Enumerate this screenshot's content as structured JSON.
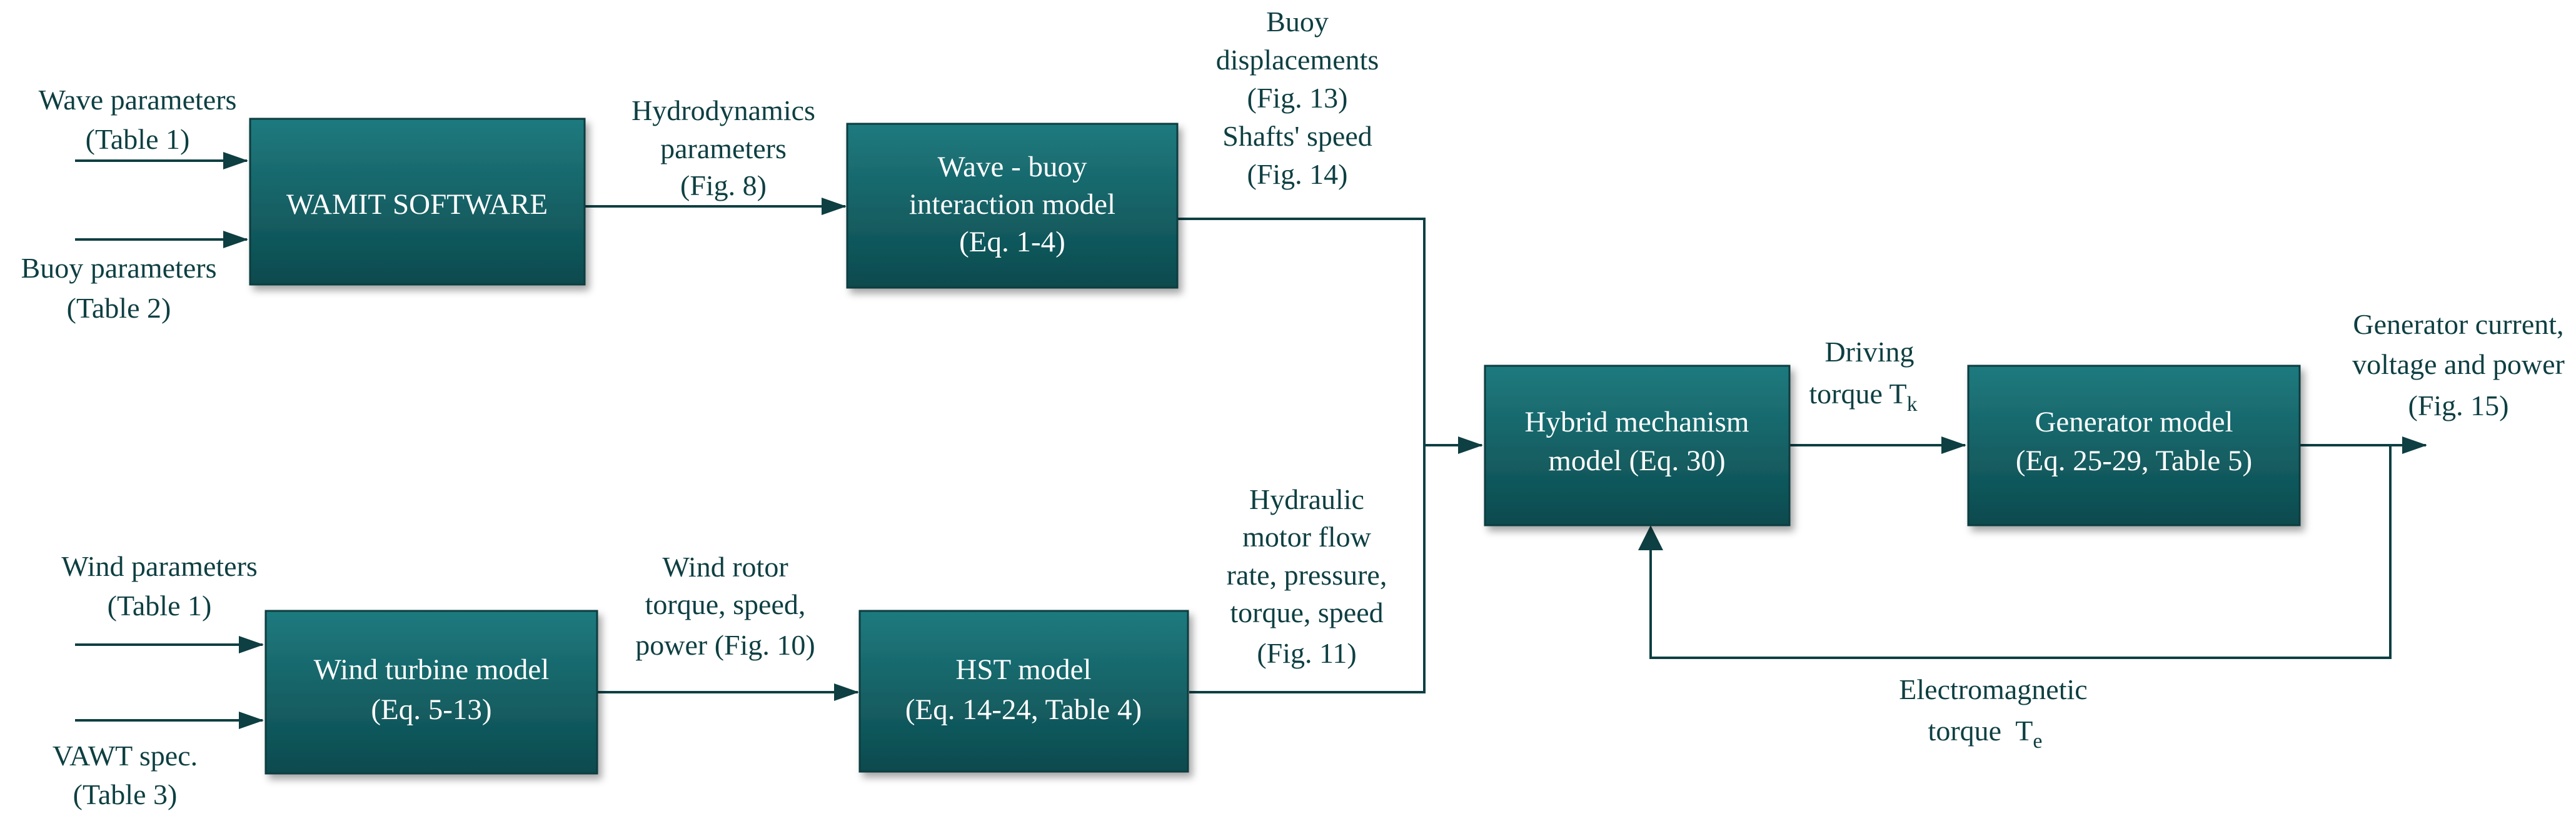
{
  "boxes": {
    "wamit": {
      "line1": "WAMIT SOFTWARE"
    },
    "wave_buoy": {
      "line1": "Wave - buoy",
      "line2": "interaction model",
      "line3": "(Eq. 1-4)"
    },
    "wind_turbine": {
      "line1": "Wind turbine model",
      "line2": "(Eq. 5-13)"
    },
    "hst": {
      "line1": "HST model",
      "line2": "(Eq. 14-24, Table 4)"
    },
    "hybrid": {
      "line1": "Hybrid mechanism",
      "line2": "model (Eq. 30)"
    },
    "generator": {
      "line1": "Generator model",
      "line2": "(Eq. 25-29, Table 5)"
    }
  },
  "labels": {
    "wave_params": {
      "line1": "Wave parameters",
      "line2": "(Table 1)"
    },
    "buoy_params": {
      "line1": "Buoy parameters",
      "line2": "(Table 2)"
    },
    "hydro_params": {
      "line1": "Hydrodynamics",
      "line2": "parameters",
      "line3": "(Fig. 8)"
    },
    "buoy_out": {
      "line1": "Buoy",
      "line2": "displacements",
      "line3": "(Fig. 13)",
      "line4": "Shafts' speed",
      "line5": "(Fig. 14)"
    },
    "wind_params": {
      "line1": "Wind parameters",
      "line2": "(Table 1)"
    },
    "vawt_spec": {
      "line1": "VAWT spec.",
      "line2": "(Table 3)"
    },
    "wind_rotor": {
      "line1": "Wind rotor",
      "line2": "torque, speed,",
      "line3": "power (Fig. 10)"
    },
    "hyd_motor": {
      "line1": "Hydraulic",
      "line2": "motor flow",
      "line3": "rate, pressure,",
      "line4": "torque, speed",
      "line5": "(Fig. 11)"
    },
    "driving": {
      "line1": "Driving",
      "line2": "torque T",
      "line2_sub": "k"
    },
    "gen_out": {
      "line1": "Generator current,",
      "line2": "voltage and power",
      "line3": "(Fig. 15)"
    },
    "em_torque": {
      "line1": "Electromagnetic",
      "line2": "torque  T",
      "line2_sub": "e"
    }
  },
  "colors": {
    "box_fill_top": "#1d6e72",
    "box_fill_bottom": "#0c4a4e",
    "text": "#0e3f42",
    "line": "#0e3f42"
  }
}
